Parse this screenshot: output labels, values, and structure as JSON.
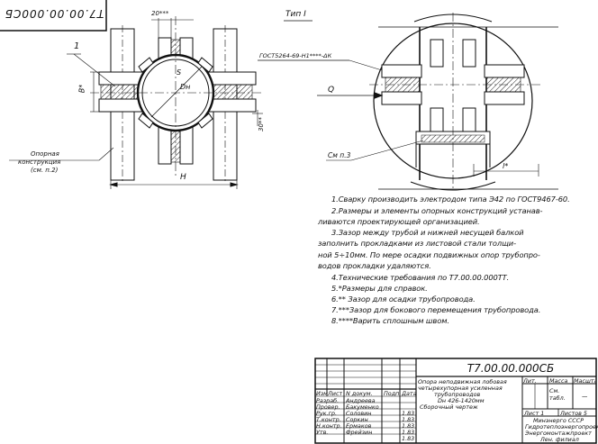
{
  "doc_number": "T7.00.00.000СБ",
  "doc_number_rotated": "Т7.00.00.000СБ",
  "view_label": "Тип I",
  "callouts": {
    "item_1": "1",
    "dim_20": "20***",
    "dim_s": "S",
    "dim_dn": "Dн",
    "dim_b": "B*",
    "dim_30": "30**",
    "dim_h": "H",
    "dim_l": "l*",
    "weld_spec": "ГОСТ5264-69-Н1****-ΔК",
    "load_q": "Q",
    "see_note_3": "См п.3",
    "support_structure_line1": "Опорная",
    "support_structure_line2": "конструкция",
    "support_structure_line3": "(см. п.2)"
  },
  "notes": [
    "1.Сварку производить электродом типа Э42 по ГОСТ9467-60.",
    "2.Размеры и элементы опорных конструкций устанав-",
    "ливаются проектирующей организацией.",
    "3.Зазор между трубой и нижней несущей балкой",
    "заполнить прокладками из листовой стали толщи-",
    "ной 5÷10мм. По мере осадки подвижных опор трубопро-",
    "водов прокладки удаляются.",
    "4.Технические требования по Т7.00.00.000ТТ.",
    "5.*Размеры для справок.",
    "6.** Зазор для осадки трубопровода.",
    "7.***Зазор для бокового перемещения трубопровода.",
    "8.****Варить сплошным швом."
  ],
  "title_block": {
    "doc_number": "T7.00.00.000СБ",
    "title_lines": [
      "Опора неподвижная лобовая",
      "четырехупорная усиленная",
      "трубопроводов",
      "Dн 426-1420мм",
      "Сборочный чертеж"
    ],
    "col_headers": [
      "Лит.",
      "Масса",
      "Масштаб"
    ],
    "mass_value": "См. табл.",
    "scale_value": "—",
    "sheet_label": "Лист 1",
    "sheets_label": "Листов 5",
    "org_lines": [
      "Минэнерго СССР",
      "Гидротеплоэнергопроект",
      "Энергомонтажпроект",
      "Лен. филиал"
    ],
    "header_row": [
      "Изм",
      "Лист",
      "N докум.",
      "Подп.",
      "Дата"
    ],
    "roles": [
      {
        "role": "Разраб.",
        "name": "Андреева"
      },
      {
        "role": "Провер.",
        "name": "Бакуменко"
      },
      {
        "role": "Рук.гр.",
        "name": "Соловин"
      },
      {
        "role": "Т.контр.",
        "name": "Соркин"
      },
      {
        "role": "Н.контр.",
        "name": "Ермаков"
      },
      {
        "role": "Утв.",
        "name": "Фрейзин"
      }
    ],
    "dates": [
      "",
      "",
      "1.83",
      "1.83",
      "1.83",
      "1.83",
      "1.83"
    ]
  }
}
